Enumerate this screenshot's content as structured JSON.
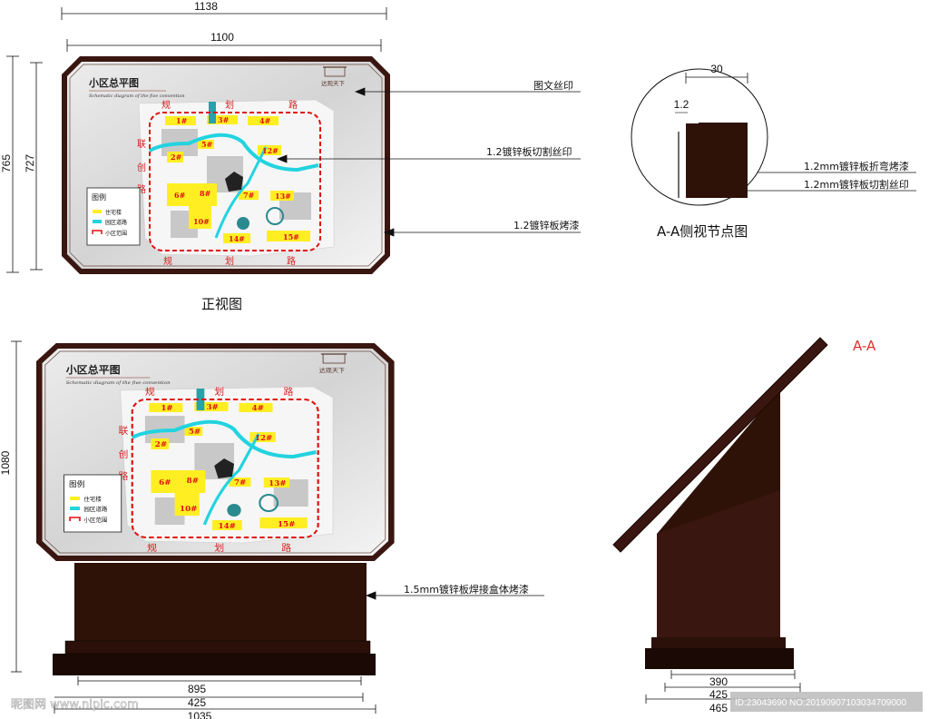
{
  "dimensions": {
    "top_width_outer": "1138",
    "top_width_inner": "1100",
    "height_outer": "765",
    "height_inner": "727",
    "total_height": "1080",
    "base_inner": "895",
    "base_depth": "425",
    "base_outer": "1035",
    "side_inner": "390",
    "side_mid": "425",
    "side_outer": "465",
    "detail_thickness": "30",
    "detail_sheet": "1.2"
  },
  "panel": {
    "title": "小区总平图",
    "subtitle": "Schematic diagram of the five convention",
    "logo_text": "达观天下",
    "roads": {
      "top": [
        "规",
        "划",
        "路"
      ],
      "left": [
        "联",
        "创",
        "路"
      ],
      "bottom": [
        "规",
        "划",
        "路"
      ]
    },
    "buildings": [
      "1#",
      "3#",
      "4#",
      "5#",
      "12#",
      "2#",
      "6#",
      "8#",
      "7#",
      "13#",
      "10#",
      "14#",
      "15#"
    ],
    "legend": {
      "title": "图例",
      "items": [
        {
          "label": "住宅楼",
          "color": "#ffee22"
        },
        {
          "label": "园区道路",
          "color": "#22d3e0"
        },
        {
          "label": "小区范围",
          "color": "#e01010"
        }
      ]
    }
  },
  "annotations": {
    "silkscreen": "图文丝印",
    "cut_silkscreen": "1.2镀锌板切割丝印",
    "bake_paint": "1.2镀锌板烤漆",
    "front_view": "正视图",
    "detail_view": "A-A侧视节点图",
    "bend_paint": "1.2mm镀锌板折弯烤漆",
    "cut_print": "1.2mm镀锌板切割丝印",
    "section_label": "A-A",
    "box_body": "1.5mm镀锌板焊接盒体烤漆"
  },
  "watermark": {
    "site": "昵图网 www.nipic.com",
    "id": "ID:23043690 NO:20190907103034709000"
  },
  "colors": {
    "frame": "#3a1610",
    "body": "#2e1208",
    "accent_red": "#e01010",
    "road": "#22d3e0",
    "building": "#ffee22"
  }
}
